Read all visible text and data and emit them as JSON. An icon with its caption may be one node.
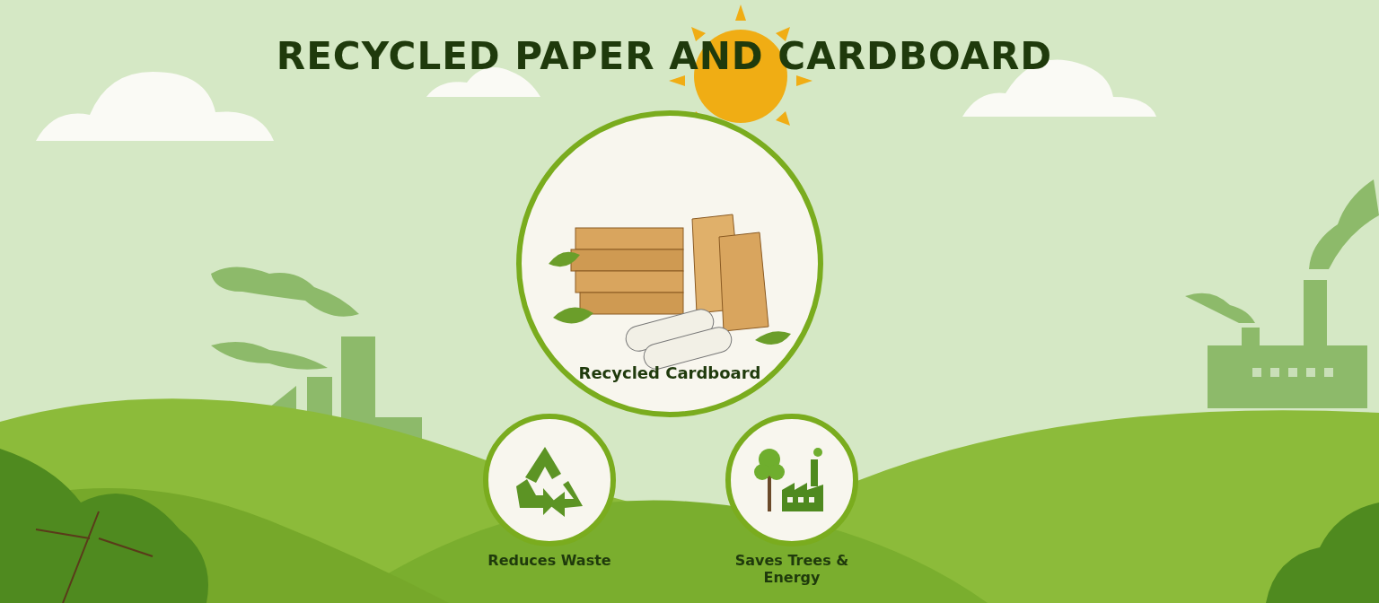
{
  "diagram": {
    "title": "RECYCLED PAPER AND CARDBOARD",
    "nodes": [
      {
        "text": [
          "Recycled Cardboard"
        ]
      },
      {
        "text": [
          "Reduces Waste"
        ]
      },
      {
        "text": [
          "Saves Trees & Energy"
        ]
      }
    ]
  }
}
